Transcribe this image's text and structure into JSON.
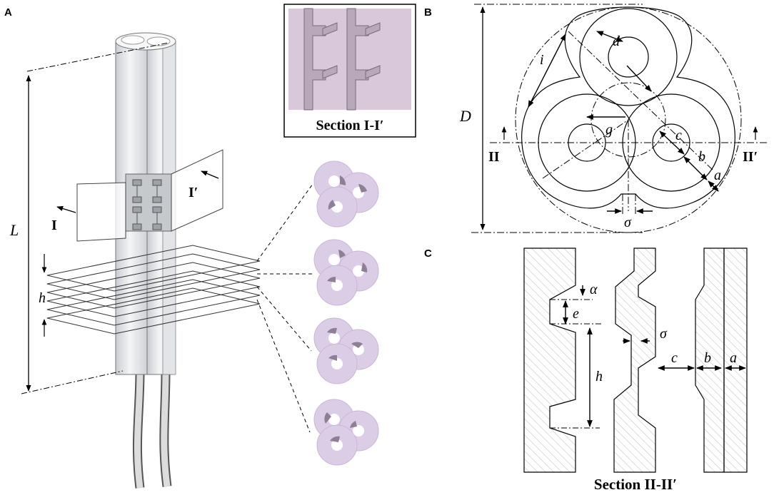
{
  "panels": {
    "a": "A",
    "b": "B",
    "c": "C"
  },
  "panel_a": {
    "length_label": "L",
    "pitch_label": "h",
    "plane_left_label": "I",
    "plane_right_label": "I′",
    "section_title": "Section I-I′"
  },
  "panel_b": {
    "diameter_label": "D",
    "labels": {
      "i": "i",
      "d": "d",
      "g": "g",
      "c": "c",
      "b": "b",
      "a": "a",
      "sigma": "σ"
    },
    "cut_left": "II",
    "cut_right": "II′"
  },
  "panel_c": {
    "labels": {
      "alpha": "α",
      "e": "e",
      "sigma": "σ",
      "h": "h",
      "c": "c",
      "b": "b",
      "a": "a"
    },
    "section_title": "Section II-II′"
  },
  "colors": {
    "tube_fill": "#e9ebee",
    "section_fill": "#d9c8da",
    "cross_section_fill": "#dccde6",
    "hatch": "#bdbdbd"
  }
}
